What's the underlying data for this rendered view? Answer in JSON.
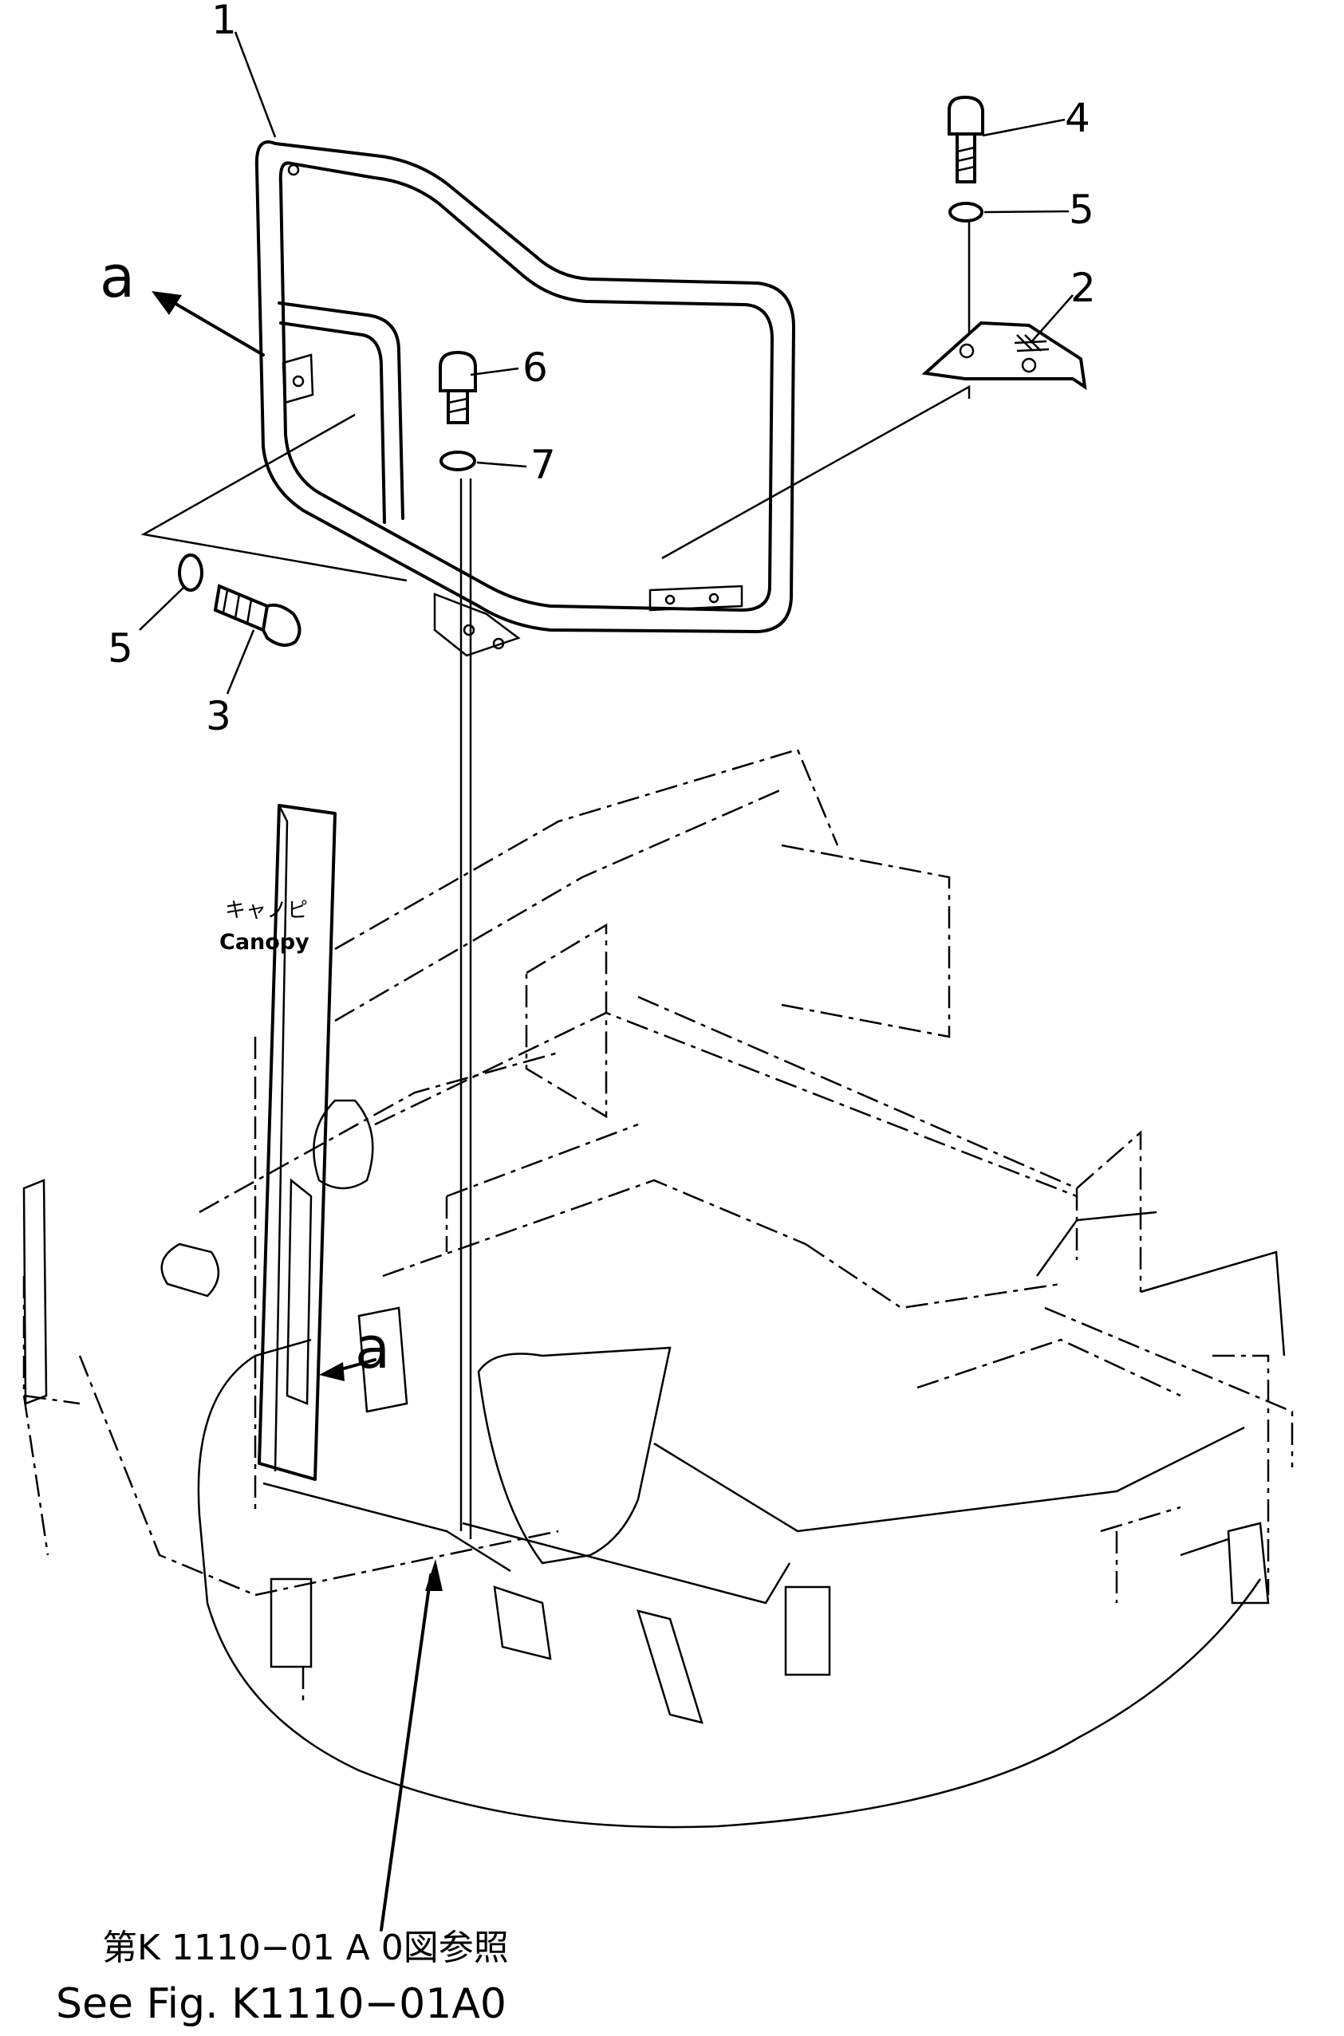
{
  "callouts": {
    "guard_rail": "1",
    "bracket": "2",
    "bolt_lower_left": "3",
    "bolt_upper_right": "4",
    "washer_upper_right": "5",
    "washer_lower_left": "5",
    "bolt_center": "6",
    "washer_center": "7"
  },
  "view_marks": {
    "upper": "a",
    "lower": "a"
  },
  "canopy_label": {
    "jp": "キャノピ",
    "en": "Canopy"
  },
  "reference": {
    "jp": "第K 1110−01 A 0図参照",
    "en": "See Fig. K1110−01A0"
  }
}
